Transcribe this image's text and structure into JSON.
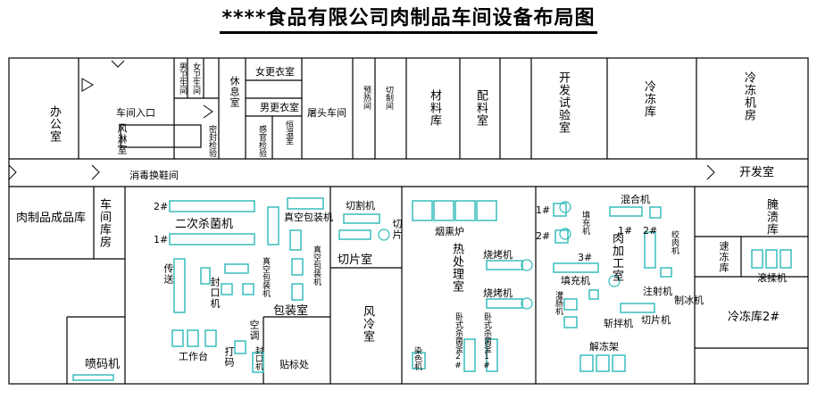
{
  "title": "****食品有限公司肉制品车间设备布局图",
  "rooms": {
    "office": "办公室",
    "entrance": "车间入口",
    "wind_shower": "风淋室",
    "toilet_m": "男卫生间",
    "toilet_f": "女卫生间",
    "rest": "休息室",
    "female_change": "女更衣室",
    "male_change": "男更衣室",
    "seal_lab": "密封检验",
    "sensory_lab": "感官检验",
    "temp_ctrl": "恒温室",
    "slaughter": "屠头车间",
    "preheat": "预热间",
    "cut_room": "切制间",
    "material": "材料库",
    "seasoning": "配料室",
    "rd_lab": "开发试验室",
    "freezer": "冷冻库",
    "freezer_room": "冷冻机房",
    "corridor": "消毒换鞋间",
    "dev_room": "开发室",
    "finished_goods": "肉制品成品库",
    "workshop_store": "车间库房",
    "sterilizer": "二次杀菌机",
    "packing_room": "包装室",
    "slicing_room": "切片室",
    "wind_cool": "风冷室",
    "heat_room": "热处理室",
    "process_room": "肉加工室",
    "curing": "腌渍库",
    "quick_freeze": "速冻库",
    "freezer2": "冷冻库2#",
    "spray": "喷码机"
  },
  "equipment": {
    "n2": "2#",
    "n1": "1#",
    "n3": "3#",
    "vacuum_top": "真空包装机",
    "vacuum_mid": "真空包装机",
    "vacuum_right": "真空包装机",
    "conveyor": "传送",
    "sealer": "封口机",
    "sealer2": "封口机",
    "workbench": "工作台",
    "coder": "打码",
    "aircon": "空调",
    "labeler": "贴标处",
    "cutter": "切割机",
    "slicer": "切片",
    "smokehouse": "烟熏炉",
    "oven1": "烧烤机",
    "oven2": "烧烤机",
    "dyeing": "染色机",
    "ster_a": "卧式杀菌釜2#",
    "ster_b": "卧式杀菌釜1#",
    "filler": "填充机",
    "filler2": "填充机",
    "mixer": "混合机",
    "enema": "灌肠机",
    "blender": "斩拌机",
    "mincer": "绞肉机",
    "injector": "注射机",
    "ice_maker": "制冰机",
    "slicer2": "切片机",
    "tumbler": "滚揉机",
    "thaw_rack": "解冻架"
  }
}
